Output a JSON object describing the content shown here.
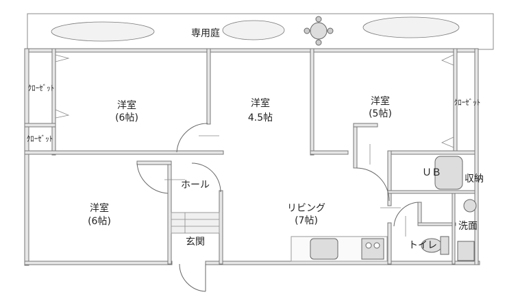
{
  "title": "Floor plan",
  "rooms": {
    "garden": "専用庭",
    "bedroom_top_left": {
      "name": "洋室",
      "size": "(6帖)"
    },
    "bedroom_middle": {
      "name": "洋室",
      "size": "4.5帖"
    },
    "bedroom_top_right": {
      "name": "洋室",
      "size": "(5帖)"
    },
    "bedroom_bottom_left": {
      "name": "洋室",
      "size": "(6帖)"
    },
    "living": {
      "name": "リビング",
      "size": "(7帖)"
    },
    "hall": "ホール",
    "entrance": "玄関",
    "bath": "ＵＢ",
    "storage": "収納",
    "washroom": "洗面",
    "toilet": "トイレ",
    "closet_left_top": "ｸﾛｰｾﾞｯﾄ",
    "closet_left_bottom": "ｸﾛｰｾﾞｯﾄ",
    "closet_right": "ｸﾛｰｾﾞｯﾄ"
  }
}
